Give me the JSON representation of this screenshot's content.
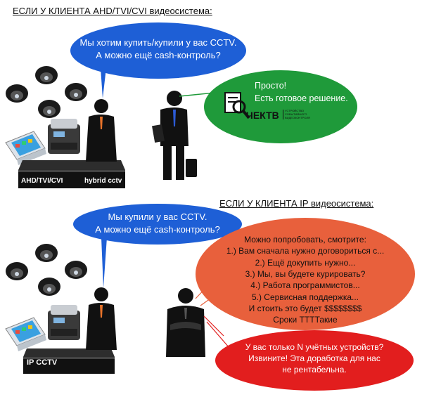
{
  "section1": {
    "heading": "ЕСЛИ У КЛИЕНТА AHD/TVI/CVI видеосистема:",
    "client_bubble": [
      "Мы хотим купить/купили у вас CCTV.",
      "А можно ещё cash-контроль?"
    ],
    "answer_bubble": [
      "Просто!",
      "Есть готовое решение."
    ],
    "logo_text": "ЧЕКТВ",
    "logo_tagline": [
      "УСТРОЙСТВО",
      "СОБЫТИЙНОГО",
      "ВИДЕОКОНТРОЛЯ"
    ],
    "dvr_label_left": "AHD/TVI/CVI",
    "dvr_label_right": "hybrid cctv"
  },
  "section2": {
    "heading": "ЕСЛИ У КЛИЕНТА IP видеосистема:",
    "client_bubble": [
      "Мы купили у вас CCTV.",
      "А можно ещё cash-контроль?"
    ],
    "answer_bubble": [
      "Можно попробовать, смотрите:",
      "1.) Вам сначала нужно договориться с...",
      "2.) Ещё докупить нужно...",
      "3.) Мы, вы будете курировать?",
      "4.) Работа программистов...",
      "5.) Сервисная поддержка...",
      "И стоить это будет $$$$$$$$",
      "Сроки ТТТТакие"
    ],
    "refusal_bubble": [
      "У вас только N учётных устройств?",
      "Извините! Эта доработка для нас",
      "не рентабельна."
    ],
    "dvr_label": "IP CCTV"
  },
  "colors": {
    "blue": "#1e5fd6",
    "green": "#1f9a3a",
    "orange": "#e8603c",
    "red": "#e21e1e",
    "silhouette": "#111111"
  }
}
